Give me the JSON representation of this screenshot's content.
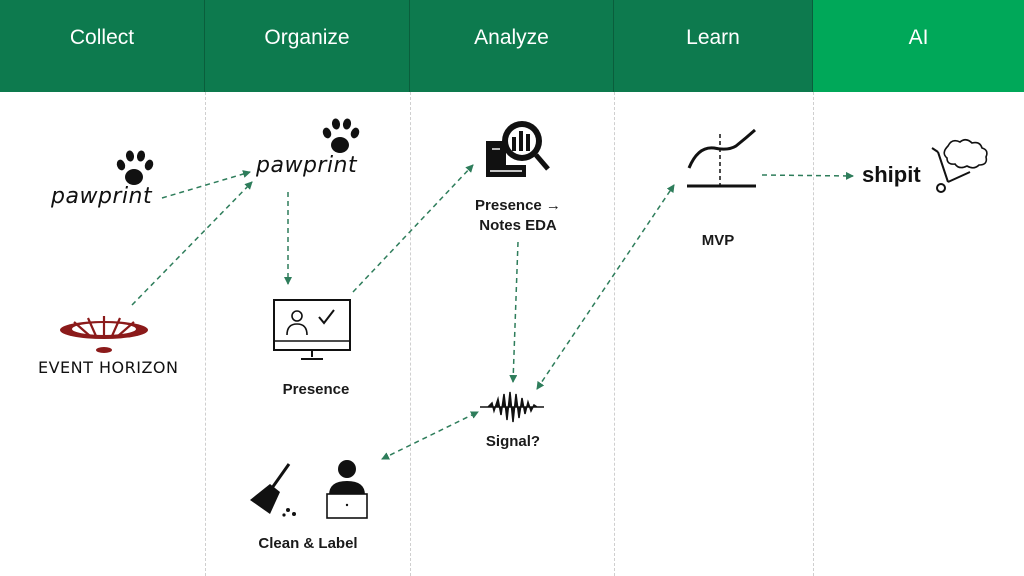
{
  "columns": [
    {
      "label": "Collect"
    },
    {
      "label": "Organize"
    },
    {
      "label": "Analyze"
    },
    {
      "label": "Learn"
    },
    {
      "label": "AI"
    }
  ],
  "nodes": {
    "pawprint_collect": "pawprint",
    "event_horizon": "EVENT HORIZON",
    "pawprint_organize": "pawprint",
    "presence": "Presence",
    "clean_label": "Clean & Label",
    "notes_eda": "Presence →\nNotes EDA",
    "signal": "Signal?",
    "mvp": "MVP",
    "shipit": "shipit"
  },
  "colors": {
    "header_dark": "#0d7a4e",
    "header_bright": "#00a859",
    "arrow": "#2e7d5b",
    "event_horizon_red": "#8b1a1a"
  },
  "icons": [
    "paw-icon",
    "event-horizon-logo-icon",
    "presence-monitor-icon",
    "broom-icon",
    "laptop-user-icon",
    "dashboard-search-icon",
    "waveform-icon",
    "mvp-curve-icon",
    "shipit-cart-icon"
  ]
}
